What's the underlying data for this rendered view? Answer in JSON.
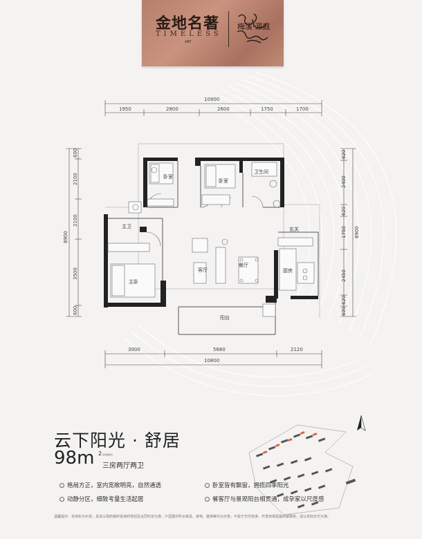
{
  "logo": {
    "main": "金地名著",
    "sub": "TIMELESS",
    "tiny": "ART",
    "script": "梅溪·源庭"
  },
  "plan": {
    "top_dims": {
      "total": "10900",
      "segments": [
        "1950",
        "2800",
        "2600",
        "1750",
        "1700"
      ]
    },
    "bottom_dims": {
      "segments": [
        "3000",
        "5680",
        "2120"
      ],
      "total": "10800"
    },
    "left_dims": {
      "segments": [
        "600",
        "2100",
        "2100",
        "3500",
        "600"
      ],
      "total": "8900"
    },
    "right_dims": {
      "segments": [
        "620",
        "2400",
        "620",
        "1750",
        "2450",
        "620",
        "600"
      ],
      "total": "8900"
    },
    "rooms": {
      "bedroom_1": "卧室",
      "bedroom_2": "卧室",
      "bath_1": "卫生间",
      "bath_2": "主卫",
      "master": "主卧",
      "living": "客厅",
      "dining": "餐厅",
      "kitchen": "厨房",
      "entrance": "玄关",
      "balcony": "阳台"
    }
  },
  "info": {
    "title": "云下阳光 · 舒居",
    "area_value": "98m",
    "area_sup": "2",
    "area_note": "建筑面积约",
    "layout_type": "三房两厅两卫",
    "features": [
      "格局方正，室内宽敞明亮，自然通透",
      "卧室皆有飘窗，拥揽四季阳光",
      "动静分区，细致考量生活起居",
      "餐客厅与景观阳台相贯通，成孕家以尺度感"
    ],
    "disclaimer": "温馨提示：本资料为示意，具体以政府最终批准的规划及合同约定为准，户型图中所示家具、家电、装饰等均为示意，不属于交付标准，开发商保留最终解释权，请以实际交付为准。"
  },
  "colors": {
    "wall": "#222222",
    "copper": "#b57f6c",
    "site_accent": "#d26a4a"
  }
}
